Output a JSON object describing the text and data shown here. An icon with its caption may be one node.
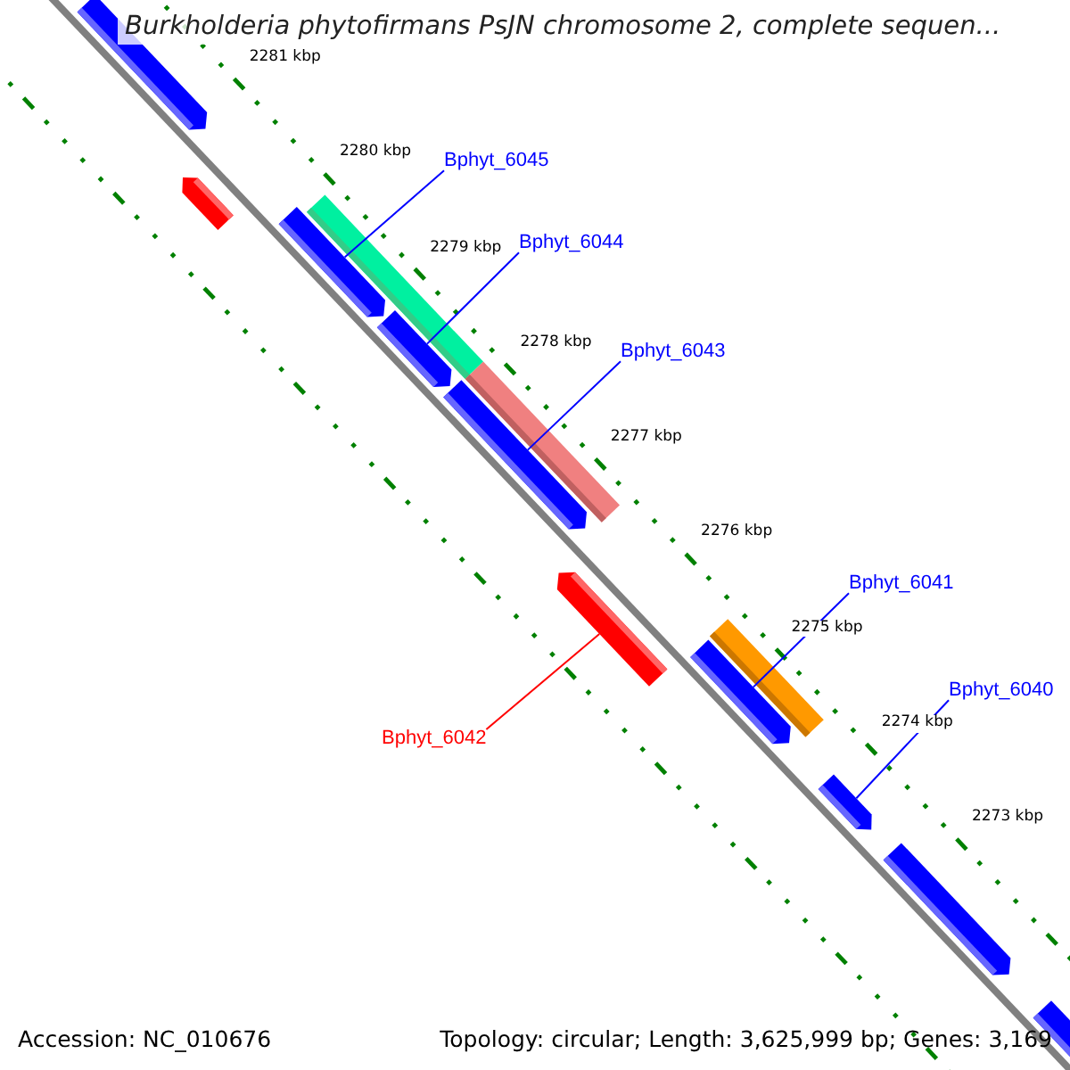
{
  "diagram": {
    "title": "Burkholderia phytofirmans PsJN chromosome 2, complete sequen...",
    "nodes": [
      {
        "text": [
          "Bphyt_6045"
        ]
      },
      {
        "text": [
          "Bphyt_6044"
        ]
      },
      {
        "text": [
          "Bphyt_6043"
        ]
      },
      {
        "text": [
          "Bphyt_6041"
        ]
      },
      {
        "text": [
          "Bphyt_6040"
        ]
      },
      {
        "text": [
          "Bphyt_6042"
        ]
      },
      {
        "text": [],
        "shape": "arrow"
      },
      {
        "text": [],
        "shape": "arrow"
      },
      {
        "text": [],
        "shape": "arrow"
      },
      {
        "text": [],
        "shape": "bar"
      },
      {
        "text": [],
        "shape": "arrow"
      },
      {
        "text": [],
        "shape": "bar"
      },
      {
        "text": [],
        "shape": "arrow"
      },
      {
        "text": [],
        "shape": "arrow"
      },
      {
        "text": [],
        "shape": "arrow"
      },
      {
        "text": [],
        "shape": "bar"
      },
      {
        "text": [],
        "shape": "arrow"
      },
      {
        "text": [],
        "shape": "arrow"
      },
      {
        "text": [],
        "shape": "arrow"
      }
    ],
    "edges": [
      {
        "from": 0,
        "to": 8,
        "arrow": "none"
      },
      {
        "from": 1,
        "to": 10,
        "arrow": "none"
      },
      {
        "from": 2,
        "to": 12,
        "arrow": "none"
      },
      {
        "from": 3,
        "to": 14,
        "arrow": "none"
      },
      {
        "from": 4,
        "to": 16,
        "arrow": "none"
      },
      {
        "from": 5,
        "to": 13,
        "arrow": "none",
        "color": "#ff0000"
      }
    ],
    "labels": [
      "2281 kbp",
      "2280 kbp",
      "2279 kbp",
      "2278 kbp",
      "2277 kbp",
      "2276 kbp",
      "2275 kbp",
      "2274 kbp",
      "2273 kbp",
      "Accession: NC_010676",
      "Topology: circular; Length: 3,625,999 bp; Genes: 3,169"
    ]
  }
}
